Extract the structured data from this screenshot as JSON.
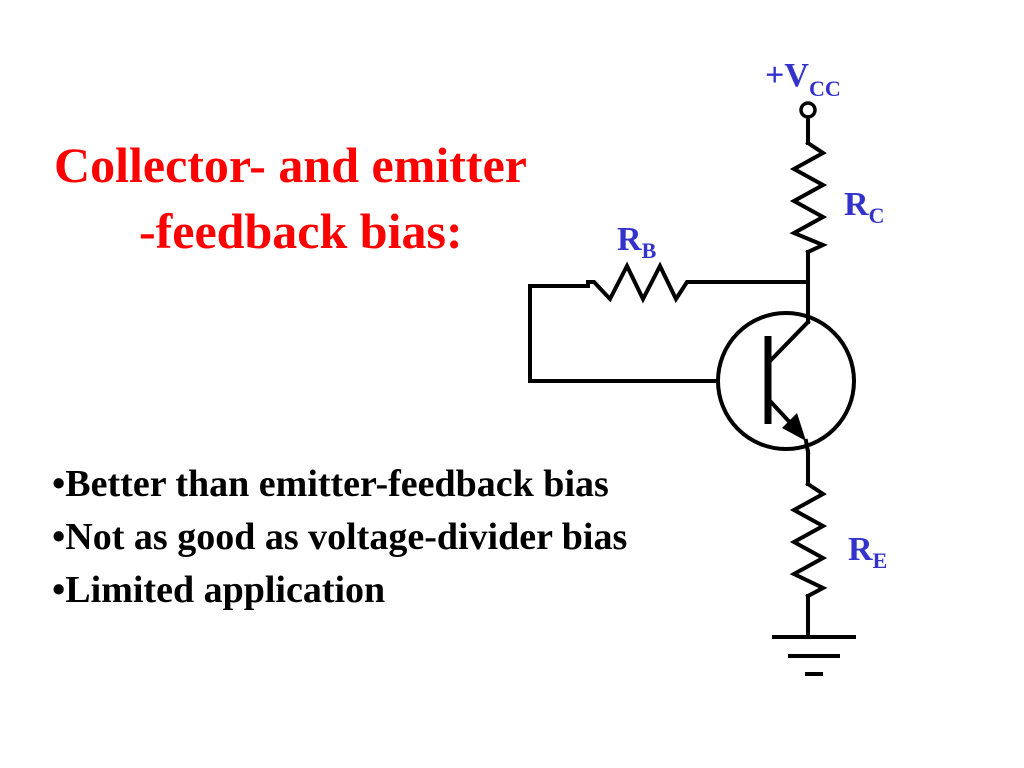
{
  "title": {
    "line1": "Collector- and emitter",
    "line2": "-feedback bias:"
  },
  "bullets": [
    "•Better than emitter-feedback bias",
    "•Not as good as voltage-divider bias",
    "•Limited application"
  ],
  "schematic": {
    "supply": {
      "main": "+V",
      "sub": "CC"
    },
    "collector_resistor": {
      "main": "R",
      "sub": "C"
    },
    "base_resistor": {
      "main": "R",
      "sub": "B"
    },
    "emitter_resistor": {
      "main": "R",
      "sub": "E"
    }
  },
  "colors": {
    "title": "#ff0000",
    "labels": "#3333cc",
    "text": "#000000"
  }
}
